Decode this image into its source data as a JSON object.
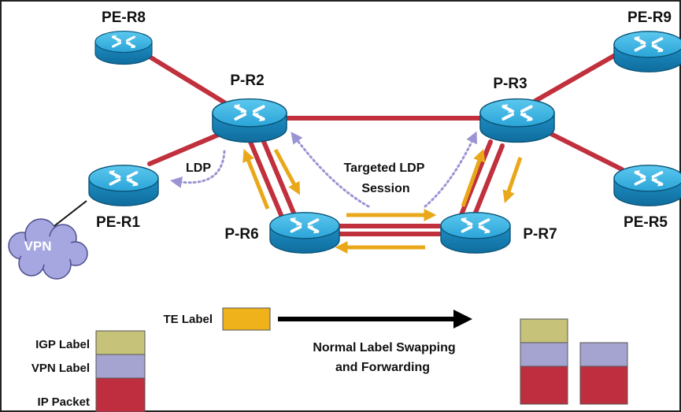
{
  "colors": {
    "link": "#c0303d",
    "flow_arrow": "#e9a81a",
    "ldp": "#9a94d4",
    "router_body": "#1f9dd2",
    "igp_label": "#c6c27a",
    "vpn_label": "#a5a3cf",
    "ip_packet": "#be2e3e",
    "te_label": "#efb21a",
    "cloud": "#a6a6e0"
  },
  "routers": {
    "pe_r8": "PE-R8",
    "pe_r9": "PE-R9",
    "p_r2": "P-R2",
    "p_r3": "P-R3",
    "pe_r1": "PE-R1",
    "pe_r5": "PE-R5",
    "p_r6": "P-R6",
    "p_r7": "P-R7"
  },
  "labels": {
    "ldp": "LDP",
    "targeted_ldp_line1": "Targeted LDP",
    "targeted_ldp_line2": "Session",
    "vpn": "VPN",
    "te_label": "TE Label",
    "swap_line1": "Normal Label Swapping",
    "swap_line2": "and Forwarding"
  },
  "legend": {
    "igp_label": "IGP Label",
    "vpn_label": "VPN Label",
    "ip_packet": "IP Packet"
  },
  "icons": [
    "router-icon",
    "cloud-icon",
    "arrow-icon"
  ]
}
